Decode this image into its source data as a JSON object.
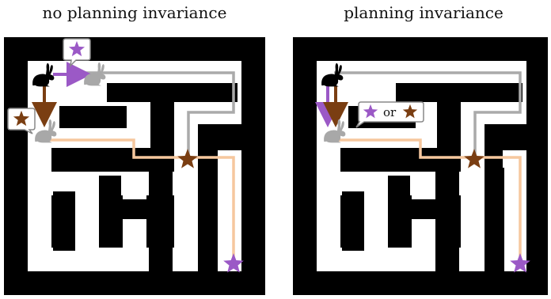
{
  "panels": {
    "left": {
      "title": "no planning invariance"
    },
    "right": {
      "title": "planning invariance",
      "bubble_connector": "or"
    }
  },
  "colors": {
    "wall": "#000000",
    "purple_goal": "#9b59c6",
    "brown_goal": "#7a3e12",
    "path_gray": "#aaaaaa",
    "path_orange": "#f6c79e",
    "rabbit_current": "#000000",
    "rabbit_ghost": "#a8a8a8"
  },
  "icons": [
    "rabbit-icon",
    "star-icon",
    "speech-bubble"
  ]
}
